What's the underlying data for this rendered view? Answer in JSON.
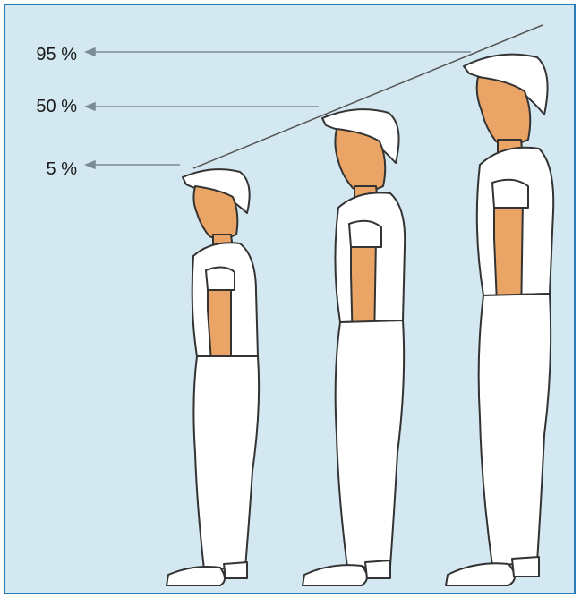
{
  "labels": {
    "p95": "95 %",
    "p50": "50 %",
    "p5": "5 %"
  },
  "colors": {
    "background": "#d3e8f0",
    "border": "#2a7bb8",
    "skin": "#eaa465",
    "outline": "#333333",
    "clothing": "#ffffff"
  }
}
